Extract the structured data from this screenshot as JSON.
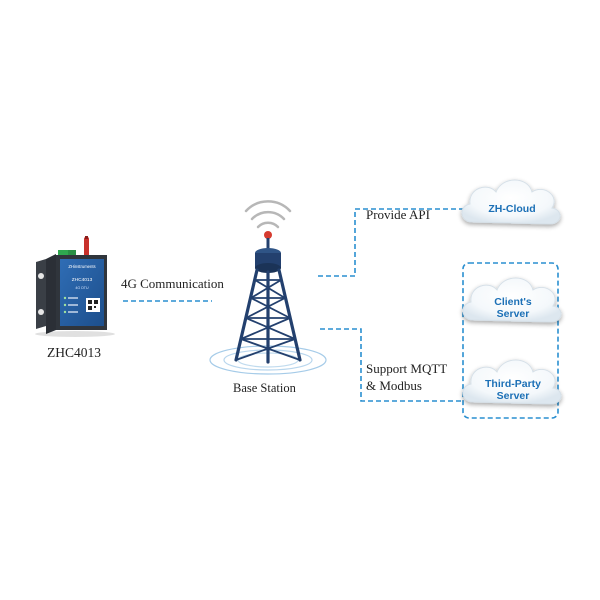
{
  "device": {
    "name": "ZHC4013",
    "screen_brand": "ZHinstruments",
    "screen_model": "ZHC4013",
    "screen_sub": "4G DTU"
  },
  "links": {
    "device_to_station": "4G Communication",
    "api": "Provide API",
    "protocols_line1": "Support MQTT",
    "protocols_line2": "& Modbus"
  },
  "station": {
    "label": "Base Station"
  },
  "clouds": {
    "zh_cloud": "ZH-Cloud",
    "client_line1": "Client's",
    "client_line2": "Server",
    "third_line1": "Third-Party",
    "third_line2": "Server"
  },
  "colors": {
    "dash": "#2a8fd0",
    "tower": "#23406e",
    "cloud_text": "#1a6fb6"
  }
}
